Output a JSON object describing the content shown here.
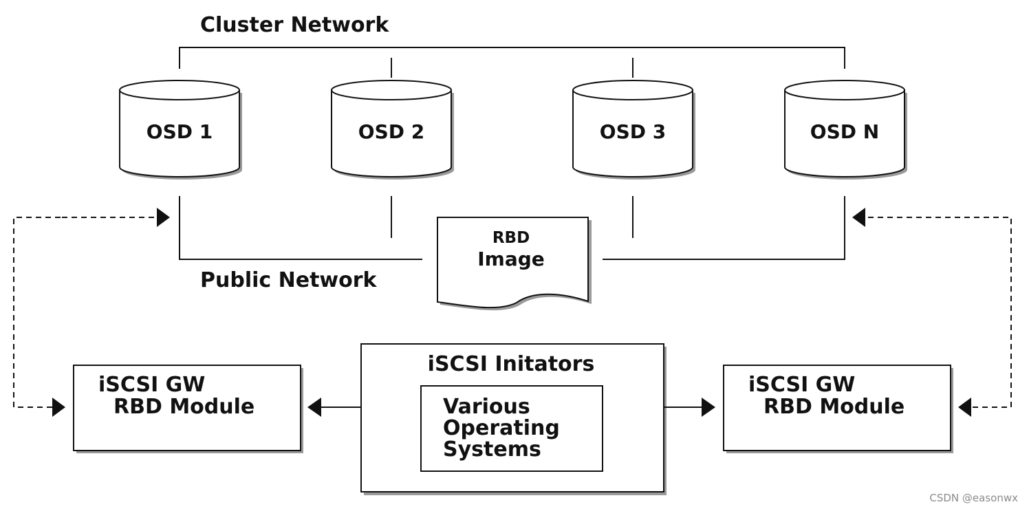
{
  "cluster_network_label": "Cluster Network",
  "public_network_label": "Public Network",
  "osds": [
    {
      "label": "OSD 1"
    },
    {
      "label": "OSD 2"
    },
    {
      "label": "OSD 3"
    },
    {
      "label": "OSD N"
    }
  ],
  "rbd_image": {
    "line1": "RBD",
    "line2": "Image"
  },
  "gateways": {
    "left": {
      "line1": "iSCSI GW",
      "line2": "RBD Module"
    },
    "right": {
      "line1": "iSCSI GW",
      "line2": "RBD Module"
    }
  },
  "initiators": {
    "title": "iSCSI Initators",
    "os_lines": [
      "Various",
      "Operating",
      "Systems"
    ]
  },
  "watermark": "CSDN @easonwx"
}
